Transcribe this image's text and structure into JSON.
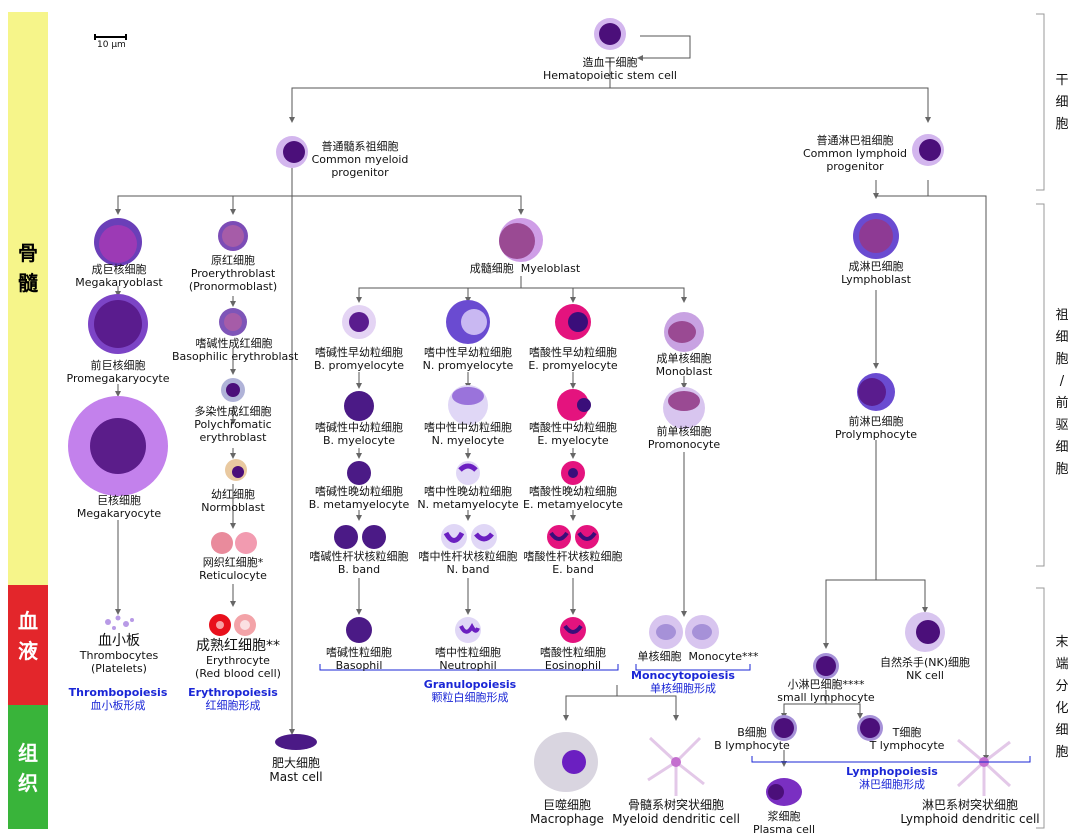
{
  "scale_bar": "10 µm",
  "bands": {
    "bone_marrow": "骨\n髓",
    "blood": "血\n液",
    "tissue": "组\n织"
  },
  "side_labels": {
    "stem": "干\n细\n胞",
    "progenitor": "祖\n细\n胞\n/\n前\n驱\n细\n胞",
    "terminal": "末\n端\n分\n化\n细\n胞"
  },
  "cells": {
    "hsc": {
      "zh": "造血干细胞",
      "en": "Hematopoietic stem cell"
    },
    "cmp": {
      "zh": "普通髓系祖细胞",
      "en": "Common myeloid\nprogenitor"
    },
    "clp": {
      "zh": "普通淋巴祖细胞",
      "en": "Common lymphoid\nprogenitor"
    },
    "megakaryoblast": {
      "zh": "成巨核细胞",
      "en": "Megakaryoblast"
    },
    "promegakaryocyte": {
      "zh": "前巨核细胞",
      "en": "Promegakaryocyte"
    },
    "megakaryocyte": {
      "zh": "巨核细胞",
      "en": "Megakaryocyte"
    },
    "thrombocytes": {
      "zh": "血小板",
      "en": "Thrombocytes\n(Platelets)"
    },
    "proerythroblast": {
      "zh": "原红细胞",
      "en": "Proerythroblast\n(Pronormoblast)"
    },
    "basophilic_erythroblast": {
      "zh": "嗜碱性成红细胞",
      "en": "Basophilic erythroblast"
    },
    "polychromatic": {
      "zh": "多染性成红细胞",
      "en": "Polychromatic\nerythroblast"
    },
    "normoblast": {
      "zh": "幼红细胞",
      "en": "Normoblast"
    },
    "reticulocyte": {
      "zh": "网织红细胞*",
      "en": "Reticulocyte"
    },
    "erythrocyte": {
      "zh": "成熟红细胞**",
      "en": "Erythrocyte\n(Red blood cell)"
    },
    "myeloblast": {
      "zh": "成髓细胞",
      "en": "Myeloblast"
    },
    "b_promyelocyte": {
      "zh": "嗜碱性早幼粒细胞",
      "en": "B. promyelocyte"
    },
    "n_promyelocyte": {
      "zh": "嗜中性早幼粒细胞",
      "en": "N. promyelocyte"
    },
    "e_promyelocyte": {
      "zh": "嗜酸性早幼粒细胞",
      "en": "E. promyelocyte"
    },
    "b_myelocyte": {
      "zh": "嗜碱性中幼粒细胞",
      "en": "B. myelocyte"
    },
    "n_myelocyte": {
      "zh": "嗜中性中幼粒细胞",
      "en": "N. myelocyte"
    },
    "e_myelocyte": {
      "zh": "嗜酸性中幼粒细胞",
      "en": "E. myelocyte"
    },
    "b_metamyelocyte": {
      "zh": "嗜碱性晚幼粒细胞",
      "en": "B. metamyelocyte"
    },
    "n_metamyelocyte": {
      "zh": "嗜中性晚幼粒细胞",
      "en": "N. metamyelocyte"
    },
    "e_metamyelocyte": {
      "zh": "嗜酸性晚幼粒细胞",
      "en": "E. metamyelocyte"
    },
    "b_band": {
      "zh": "嗜碱性杆状核粒细胞",
      "en": "B. band"
    },
    "n_band": {
      "zh": "嗜中性杆状核粒细胞",
      "en": "N. band"
    },
    "e_band": {
      "zh": "嗜酸性杆状核粒细胞",
      "en": "E. band"
    },
    "basophil": {
      "zh": "嗜碱性粒细胞",
      "en": "Basophil"
    },
    "neutrophil": {
      "zh": "嗜中性粒细胞",
      "en": "Neutrophil"
    },
    "eosinophil": {
      "zh": "嗜酸性粒细胞",
      "en": "Eosinophil"
    },
    "monoblast": {
      "zh": "成单核细胞",
      "en": "Monoblast"
    },
    "promonocyte": {
      "zh": "前单核细胞",
      "en": "Promonocyte"
    },
    "monocyte": {
      "zh": "单核细胞",
      "en": "Monocyte***"
    },
    "mast": {
      "zh": "肥大细胞",
      "en": "Mast cell"
    },
    "macrophage": {
      "zh": "巨噬细胞",
      "en": "Macrophage"
    },
    "myeloid_dc": {
      "zh": "骨髓系树突状细胞",
      "en": "Myeloid dendritic cell"
    },
    "lymphoblast": {
      "zh": "成淋巴细胞",
      "en": "Lymphoblast"
    },
    "prolymphocyte": {
      "zh": "前淋巴细胞",
      "en": "Prolymphocyte"
    },
    "small_lymphocyte": {
      "zh": "小淋巴细胞****",
      "en": "small lymphocyte"
    },
    "nk": {
      "zh": "自然杀手(NK)细胞",
      "en": "NK cell"
    },
    "b_lymphocyte": {
      "zh": "B细胞",
      "en": "B lymphocyte"
    },
    "t_lymphocyte": {
      "zh": "T细胞",
      "en": "T lymphocyte"
    },
    "plasma": {
      "zh": "浆细胞",
      "en": "Plasma cell"
    },
    "lymphoid_dc": {
      "zh": "淋巴系树突状细胞",
      "en": "Lymphoid dendritic cell"
    }
  },
  "processes": {
    "thrombopoiesis": {
      "en": "Thrombopoiesis",
      "zh": "血小板形成"
    },
    "erythropoiesis": {
      "en": "Erythropoiesis",
      "zh": "红细胞形成"
    },
    "granulopoiesis": {
      "en": "Granulopoiesis",
      "zh": "颗粒白细胞形成"
    },
    "monocytopoiesis": {
      "en": "Monocytopoiesis",
      "zh": "单核细胞形成"
    },
    "lymphopoiesis": {
      "en": "Lymphopoiesis",
      "zh": "淋巴细胞形成"
    }
  },
  "colors": {
    "bone_marrow_band": "#f6f58a",
    "blood_band": "#e3262b",
    "tissue_band": "#39b43a",
    "process_text": "#1a26d6",
    "nucleus": "#4b0f7a",
    "cytoplasm": "#b88ee0"
  }
}
